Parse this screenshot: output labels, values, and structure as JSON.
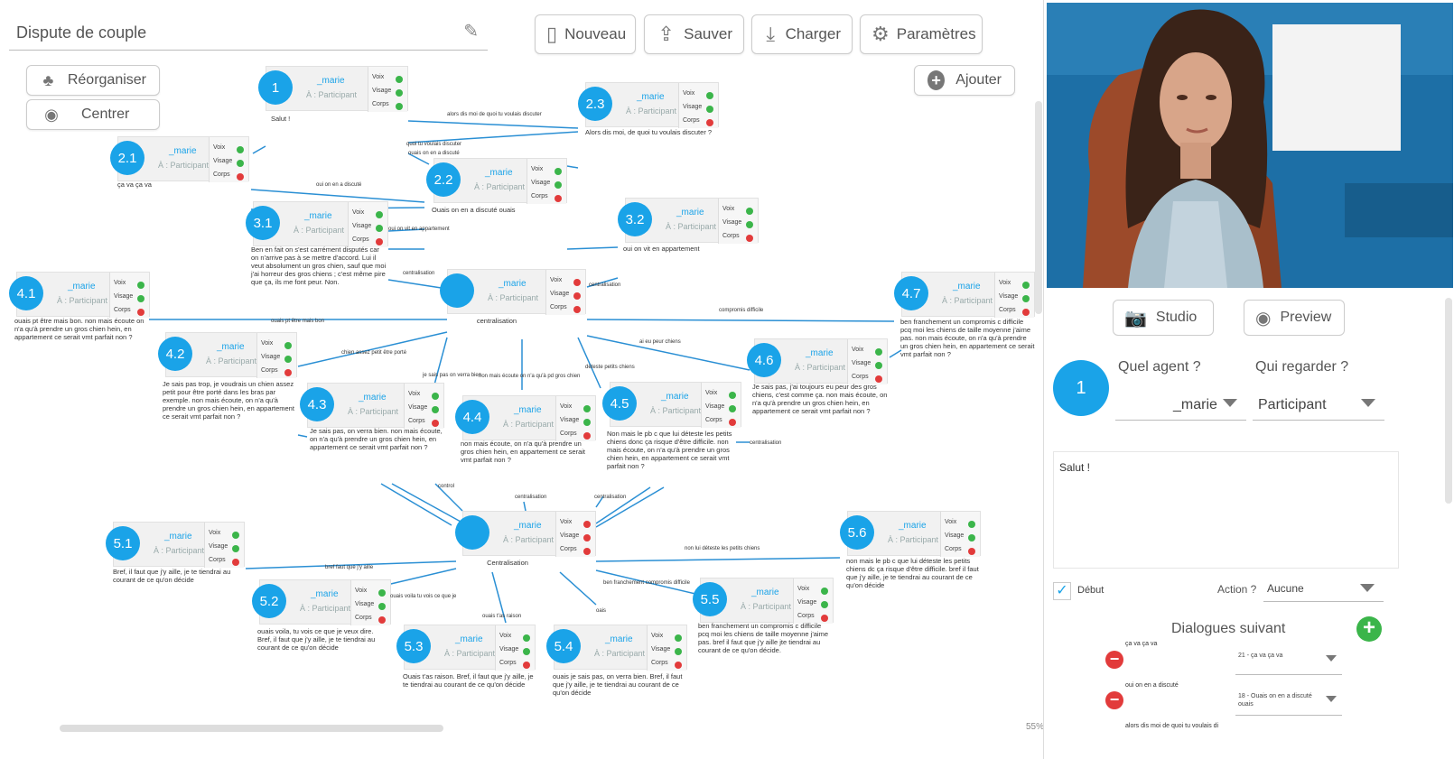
{
  "toolbar": {
    "title": "Dispute de couple",
    "nouveau": "Nouveau",
    "sauver": "Sauver",
    "charger": "Charger",
    "parametres": "Paramètres",
    "reorganiser": "Réorganiser",
    "centrer": "Centrer",
    "ajouter": "Ajouter"
  },
  "node_fields": {
    "role": "À : Participant",
    "voix": "Voix",
    "visage": "Visage",
    "corps": "Corps"
  },
  "nodes": [
    {
      "id": "1",
      "name": "_marie",
      "text": "Salut !"
    },
    {
      "id": "2.1",
      "name": "_marie",
      "text": "ça va ça va"
    },
    {
      "id": "2.2",
      "name": "_marie",
      "text": "Ouais on en a discuté ouais"
    },
    {
      "id": "2.3",
      "name": "_marie",
      "text": "Alors dis moi, de quoi tu voulais discuter ?"
    },
    {
      "id": "3.1",
      "name": "_marie",
      "text": "Ben en fait on s'est carrément disputés car on n'arrive pas à se mettre d'accord. Lui il veut absolument un gros chien, sauf que moi j'ai horreur des gros chiens ; c'est même pire que ça, ils me font peur. Non."
    },
    {
      "id": "3.2",
      "name": "_marie",
      "text": "oui on vit en appartement"
    },
    {
      "id": "",
      "name": "_marie",
      "text": "centralisation"
    },
    {
      "id": "4.1",
      "name": "_marie",
      "text": "ouais pt être mais bon. non mais écoute on n'a qu'à prendre un gros chien hein, en appartement ce serait vmt parfait non ?"
    },
    {
      "id": "4.2",
      "name": "_marie",
      "text": "Je sais pas trop, je voudrais un chien assez petit pour être porté dans les bras par exemple. non mais écoute, on n'a qu'à prendre un gros chien hein, en appartement ce serait vmt parfait non ?"
    },
    {
      "id": "4.3",
      "name": "_marie",
      "text": "Je sais pas, on verra bien. non mais écoute, on n'a qu'à prendre un gros chien hein, en appartement ce serait vmt parfait non ?"
    },
    {
      "id": "4.4",
      "name": "_marie",
      "text": "non mais écoute, on n'a qu'à prendre un gros chien hein, en appartement ce serait vmt parfait non ?"
    },
    {
      "id": "4.5",
      "name": "_marie",
      "text": "Non mais le pb c que lui déteste les petits chiens donc ça risque d'être difficile. non mais écoute, on n'a qu'à prendre un gros chien hein, en appartement ce serait vmt parfait non ?"
    },
    {
      "id": "4.6",
      "name": "_marie",
      "text": "Je sais pas, j'ai toujours eu peur des gros chiens, c'est comme ça. non mais écoute, on n'a qu'à prendre un gros chien hein, en appartement ce serait vmt parfait non ?"
    },
    {
      "id": "4.7",
      "name": "_marie",
      "text": "ben franchement un compromis c difficile pcq moi les chiens de taille moyenne j'aime pas. non mais écoute, on n'a qu'à prendre un gros chien hein, en appartement ce serait vmt parfait non ?"
    },
    {
      "id": "",
      "name": "_marie",
      "text": "Centralisation"
    },
    {
      "id": "5.1",
      "name": "_marie",
      "text": "Bref, il faut que j'y aille, je te tiendrai au courant de ce qu'on décide"
    },
    {
      "id": "5.2",
      "name": "_marie",
      "text": "ouais voila, tu vois ce que je veux dire. Bref, il faut que j'y aille, je te tiendrai au courant de ce qu'on décide"
    },
    {
      "id": "5.3",
      "name": "_marie",
      "text": "Ouais t'as raison. Bref, il faut que j'y aille, je te tiendrai au courant de ce qu'on décide"
    },
    {
      "id": "5.4",
      "name": "_marie",
      "text": "ouais je sais pas, on verra bien. Bref, il faut que j'y aille, je te tiendrai au courant de ce qu'on décide"
    },
    {
      "id": "5.5",
      "name": "_marie",
      "text": "ben franchement un compromis c difficile pcq moi les chiens de taille moyenne j'aime pas. bref il faut que j'y aille jte tiendrai au courant de ce qu'on décide."
    },
    {
      "id": "5.6",
      "name": "_marie",
      "text": "non mais le pb c que lui déteste les petits chiens dc ça risque d'être difficile. bref il faut que j'y aille, je te tiendrai au courant de ce qu'on décide"
    }
  ],
  "edge_labels": [
    "alors dis moi de quoi tu voulais discuter",
    "quoi tu voulais discuter",
    "ouais on en a discuté",
    "oui on en a discuté",
    "oui on vit en appartement",
    "centralisation",
    "centralisation",
    "ouais pt être mais bon",
    "chien assez petit être porté",
    "je sais pas on verra bien",
    "non mais écoute on n'a qu'à pd gros chien",
    "déteste petits chiens",
    "ai eu peur chiens",
    "compromis difficile",
    "centralisation",
    "control",
    "centralisation",
    "centralisation",
    "bref faut que j'y aille",
    "ouais voila tu vois ce que je",
    "ouais t'as raison",
    "non lui déteste les petits chiens",
    "ben franchement compromis difficile",
    "oais"
  ],
  "canvas": {
    "zoom": "55%"
  },
  "panel": {
    "studio": "Studio",
    "preview": "Preview",
    "quel_agent_label": "Quel agent ?",
    "qui_regarder_label": "Qui regarder ?",
    "node_id": "1",
    "agent_value": "_marie",
    "regarder_value": "Participant",
    "dialogue_text": "Salut !",
    "debut_label": "Début",
    "action_label": "Action ?",
    "action_value": "Aucune",
    "dialogues_suivant": "Dialogues suivant",
    "next_dialogues": [
      {
        "label": "ça va ça va",
        "target": "21 - ça va ça va"
      },
      {
        "label": "oui on en a discuté",
        "target": "18 - Ouais on en a discuté ouais"
      },
      {
        "label": "alors dis moi de quoi tu voulais di",
        "target": ""
      }
    ]
  },
  "colors": {
    "accent": "#1aa3e8",
    "green": "#3bb54a",
    "red": "#e23b3b"
  }
}
